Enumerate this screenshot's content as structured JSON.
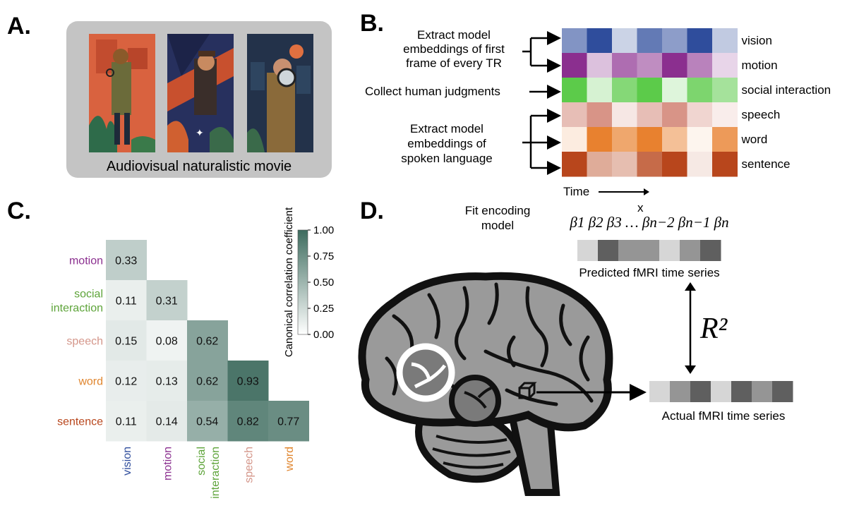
{
  "panels": {
    "A": {
      "letter": "A.",
      "caption": "Audiovisual naturalistic movie"
    },
    "B": {
      "letter": "B.",
      "extract_visual": "Extract model embeddings of first frame of every TR",
      "collect_human": "Collect human judgments",
      "extract_language": "Extract model embeddings of spoken language",
      "time_label": "Time",
      "rows": [
        {
          "label": "vision",
          "color": "#2f4d9c"
        },
        {
          "label": "motion",
          "color": "#8b2f8f"
        },
        {
          "label": "social interaction",
          "color": "#5ccb4a"
        },
        {
          "label": "speech",
          "color": "#d4887a"
        },
        {
          "label": "word",
          "color": "#e8812f"
        },
        {
          "label": "sentence",
          "color": "#b8461c"
        }
      ],
      "row_shades": [
        [
          0.6,
          1.0,
          0.25,
          0.75,
          0.55,
          1.0,
          0.3
        ],
        [
          1.0,
          0.3,
          0.7,
          0.55,
          1.0,
          0.6,
          0.2
        ],
        [
          1.0,
          0.25,
          0.75,
          1.0,
          0.2,
          0.8,
          0.55
        ],
        [
          0.55,
          0.9,
          0.2,
          0.55,
          0.9,
          0.35,
          0.15
        ],
        [
          0.15,
          1.0,
          0.7,
          1.0,
          0.5,
          0.08,
          0.8
        ],
        [
          1.0,
          0.45,
          0.35,
          0.8,
          1.0,
          0.12,
          1.0
        ]
      ]
    },
    "C": {
      "letter": "C.",
      "colorbar_label": "Canonical correlation coefficient",
      "colorbar_ticks": [
        "1.00",
        "0.75",
        "0.50",
        "0.25",
        "0.00"
      ]
    },
    "D": {
      "letter": "D.",
      "fit_label": "Fit encoding model",
      "x_label": "x",
      "betas": "β1 β2 β3 … βn−2 βn−1 βn",
      "predicted_label": "Predicted fMRI time series",
      "actual_label": "Actual fMRI time series",
      "r2_label": "R²",
      "predicted_shades": [
        "#d6d6d6",
        "#5f5f5f",
        "#959595",
        "#959595",
        "#d6d6d6",
        "#959595",
        "#5f5f5f"
      ],
      "actual_shades": [
        "#d6d6d6",
        "#959595",
        "#5f5f5f",
        "#d6d6d6",
        "#5f5f5f",
        "#959595",
        "#5f5f5f"
      ]
    }
  },
  "chart_data": {
    "type": "heatmap",
    "title": "",
    "rows": [
      "motion",
      "social interaction",
      "speech",
      "word",
      "sentence"
    ],
    "columns": [
      "vision",
      "motion",
      "social interaction",
      "speech",
      "word"
    ],
    "row_labels_display": [
      [
        "motion"
      ],
      [
        "social",
        "interaction"
      ],
      [
        "speech"
      ],
      [
        "word"
      ],
      [
        "sentence"
      ]
    ],
    "col_labels_display": [
      [
        "vision"
      ],
      [
        "motion"
      ],
      [
        "social",
        "interaction"
      ],
      [
        "speech"
      ],
      [
        "word"
      ]
    ],
    "label_colors": [
      "#2f4d9c",
      "#8b2f8f",
      "#5ea43a",
      "#d4968a",
      "#e0862f",
      "#b8461c"
    ],
    "values": [
      [
        0.33,
        null,
        null,
        null,
        null
      ],
      [
        0.11,
        0.31,
        null,
        null,
        null
      ],
      [
        0.15,
        0.08,
        0.62,
        null,
        null
      ],
      [
        0.12,
        0.13,
        0.62,
        0.93,
        null
      ],
      [
        0.11,
        0.14,
        0.54,
        0.82,
        0.77
      ]
    ],
    "vmin": 0,
    "vmax": 1,
    "colormap": [
      "#ffffff",
      "#3d6b5e"
    ]
  }
}
